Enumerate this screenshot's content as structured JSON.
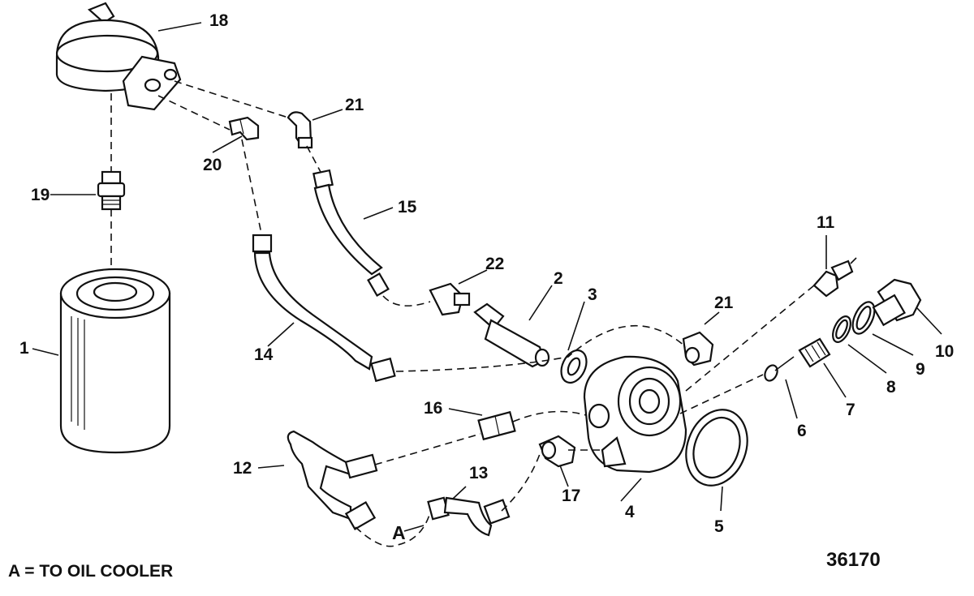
{
  "labels": {
    "p1": "1",
    "p2": "2",
    "p3": "3",
    "p4": "4",
    "p5": "5",
    "p6": "6",
    "p7": "7",
    "p8": "8",
    "p9": "9",
    "p10": "10",
    "p11": "11",
    "p12": "12",
    "p13": "13",
    "p14": "14",
    "p15": "15",
    "p16": "16",
    "p17": "17",
    "p18": "18",
    "p19": "19",
    "p20": "20",
    "p21a": "21",
    "p21b": "21",
    "p22": "22",
    "a_marker": "A"
  },
  "legend": "A = TO OIL COOLER",
  "figure_number": "36170"
}
